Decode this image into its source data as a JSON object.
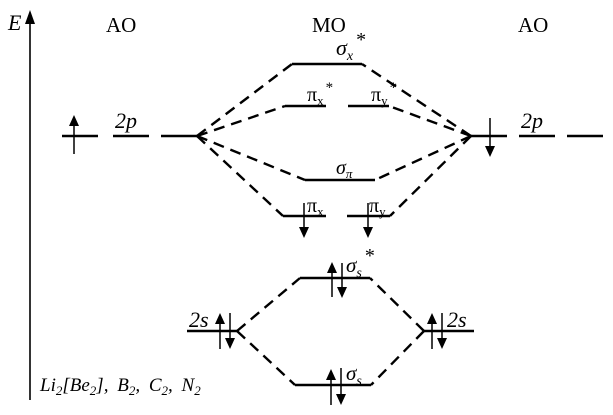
{
  "diagram": {
    "energy_axis_label": "E",
    "headers": {
      "left": "AO",
      "center": "MO",
      "right": "AO"
    },
    "labels": {
      "sigma_x_star": {
        "base": "σ",
        "sub": "x",
        "sup": "*"
      },
      "pi_x_star": {
        "base": "π",
        "sub": "x",
        "sup": "*"
      },
      "pi_y_star": {
        "base": "π",
        "sub": "y",
        "sup": "*"
      },
      "sigma_pi": {
        "base": "σ",
        "sub": "π"
      },
      "pi_x": {
        "base": "π",
        "sub": "x"
      },
      "pi_y": {
        "base": "π",
        "sub": "y"
      },
      "sigma_s_star": {
        "base": "σ",
        "sub": "s",
        "sup": "*"
      },
      "sigma_s": {
        "base": "σ",
        "sub": "s"
      },
      "ao_2p_left": "2p",
      "ao_2p_right": "2p",
      "ao_2s_left": "2s",
      "ao_2s_right": "2s"
    },
    "molecules": {
      "li": "Li",
      "li_sub": "2",
      "be": "[Be",
      "be_sub": "2",
      "be_close": "], ",
      "b": "B",
      "b_sub": "2",
      "sep1": ", ",
      "c": "C",
      "c_sub": "2",
      "sep2": ", ",
      "n": "N",
      "n_sub": "2"
    },
    "electron_occupancy": {
      "left_2p": "1 up",
      "right_2p": "1 down",
      "pi_x": "1 down",
      "pi_y": "1 down",
      "sigma_s_star": "paired",
      "sigma_s": "paired",
      "left_2s": "paired",
      "right_2s": "paired"
    }
  }
}
